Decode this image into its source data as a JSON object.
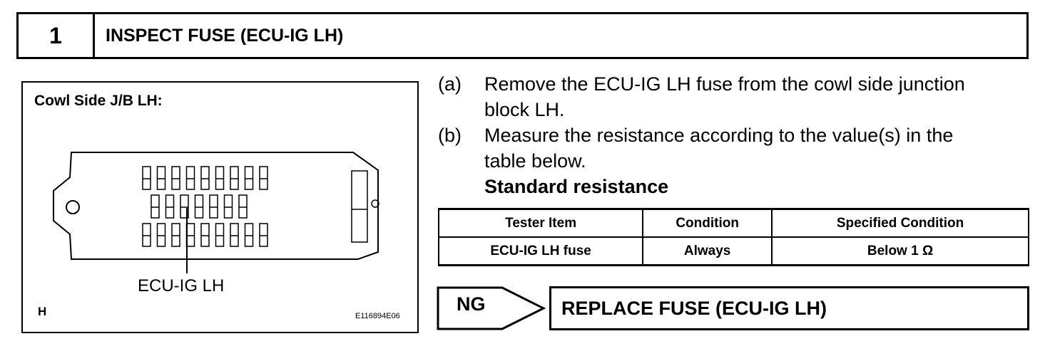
{
  "step": {
    "number": "1",
    "title": "INSPECT FUSE (ECU-IG LH)"
  },
  "illustration": {
    "title": "Cowl Side J/B LH:",
    "fuse_label": "ECU-IG LH",
    "corner_letter": "H",
    "figure_code": "E116894E06"
  },
  "instructions": [
    {
      "letter": "(a)",
      "lines": [
        "Remove the ECU-IG LH fuse from the cowl side junction",
        "block LH."
      ]
    },
    {
      "letter": "(b)",
      "lines": [
        "Measure the resistance according to the value(s) in the",
        "table below."
      ]
    }
  ],
  "standard_heading": "Standard resistance",
  "table": {
    "headers": [
      "Tester Item",
      "Condition",
      "Specified Condition"
    ],
    "rows": [
      [
        "ECU-IG LH fuse",
        "Always",
        "Below 1 Ω"
      ]
    ]
  },
  "result": {
    "status": "NG",
    "action": "REPLACE FUSE (ECU-IG LH)"
  }
}
